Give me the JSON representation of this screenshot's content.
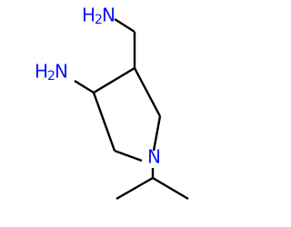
{
  "molecule": {
    "labels": {
      "aminomethyl": {
        "h": "H",
        "sub": "2",
        "n": "N"
      },
      "amine": {
        "h": "H",
        "sub": "2",
        "n": "N"
      },
      "ring_nitrogen": "N"
    },
    "colors": {
      "bond": "#000000",
      "nitrogen": "#0a14ff",
      "background": "#ffffff"
    }
  }
}
